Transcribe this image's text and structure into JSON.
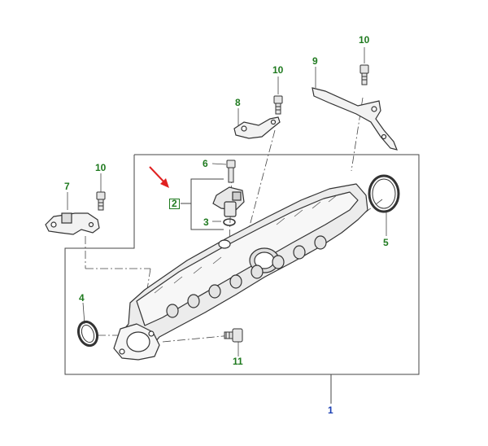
{
  "callouts": {
    "c1": "1",
    "c2": "2",
    "c3": "3",
    "c4": "4",
    "c5": "5",
    "c6": "6",
    "c7": "7",
    "c8": "8",
    "c9": "9",
    "c10a": "10",
    "c10b": "10",
    "c10c": "10",
    "c11": "11"
  },
  "colors": {
    "callout_green": "#1f7a1f",
    "callout_blue": "#1a3fb3",
    "highlight_arrow": "#e02020",
    "line_art": "#333333"
  }
}
